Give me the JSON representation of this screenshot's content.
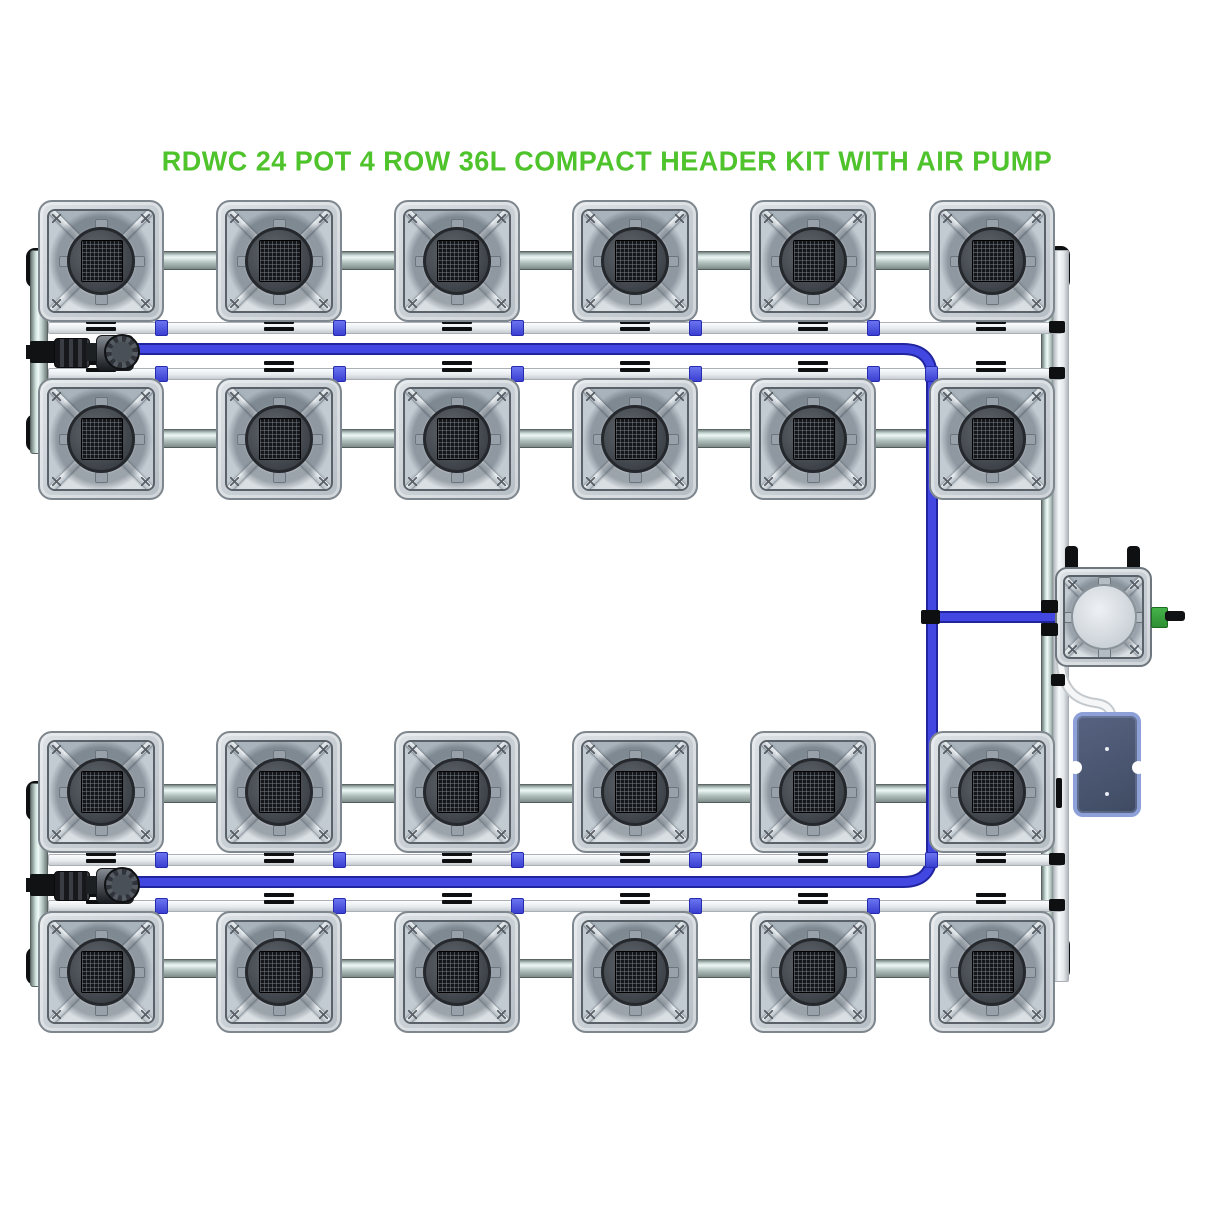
{
  "title": {
    "text": "RDWC 24 POT 4 ROW 36L COMPACT HEADER KIT WITH AIR PUMP",
    "color": "#4fc32c"
  },
  "layout": {
    "rows": 4,
    "columns": 6,
    "pot_total": 24
  },
  "components": {
    "pot": {
      "count": 24,
      "label": "36L pot with mesh net lid"
    },
    "water_pump": {
      "count": 2,
      "label": "water pump with shut-off valve"
    },
    "header_tank": {
      "count": 1,
      "label": "compact header tank"
    },
    "air_pump": {
      "count": 1,
      "label": "air pump"
    },
    "air_line": {
      "count": 1,
      "label": "air line tube"
    },
    "delivery_line": {
      "count": 1,
      "label": "blue delivery tubing loop"
    },
    "return_pipes": {
      "label": "gray and white manifold pipes"
    }
  },
  "colors": {
    "background": "#ffffff",
    "title_green": "#4fc32c",
    "tube_blue": "#4247e2",
    "tube_blue_edge": "#20249e",
    "pipe_teal_highlight": "#f0faf7",
    "pipe_white": "#f7f9fa",
    "air_pump_border": "#8da1d8",
    "air_pump_body": "#49556f",
    "valve_green": "#46b24a",
    "air_line_white": "#f4f6f7"
  }
}
